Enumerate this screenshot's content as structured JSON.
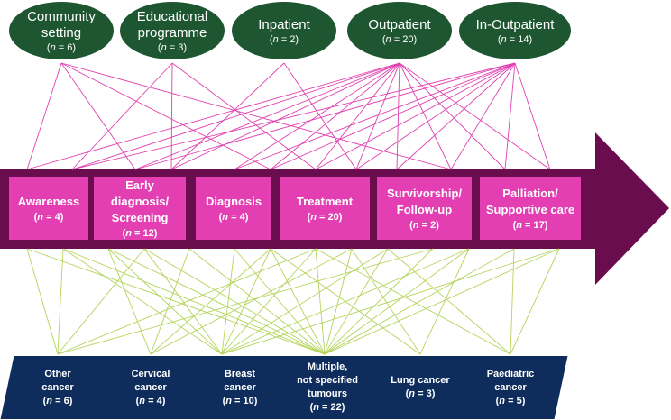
{
  "settings": [
    {
      "label": "Community\nsetting",
      "n": "6"
    },
    {
      "label": "Educational\nprogramme",
      "n": "3"
    },
    {
      "label": "Inpatient",
      "n": "2"
    },
    {
      "label": "Outpatient",
      "n": "20"
    },
    {
      "label": "In-Outpatient",
      "n": "14"
    }
  ],
  "stages": [
    {
      "label": "Awareness",
      "n": "4"
    },
    {
      "label": "Early\ndiagnosis/\nScreening",
      "n": "12"
    },
    {
      "label": "Diagnosis",
      "n": "4"
    },
    {
      "label": "Treatment",
      "n": "20"
    },
    {
      "label": "Survivorship/\nFollow-up",
      "n": "2"
    },
    {
      "label": "Palliation/\nSupportive care",
      "n": "17"
    }
  ],
  "cancers": [
    {
      "label": "Other\ncancer",
      "n": "6"
    },
    {
      "label": "Cervical\ncancer",
      "n": "4"
    },
    {
      "label": "Breast\ncancer",
      "n": "10"
    },
    {
      "label": "Multiple,\nnot specified\ntumours",
      "n": "22"
    },
    {
      "label": "Lung cancer",
      "n": "3"
    },
    {
      "label": "Paediatric\ncancer",
      "n": "5"
    }
  ],
  "colors": {
    "setting_fill": "#1e5631",
    "stage_fill": "#e33fb3",
    "arrow_fill": "#6a0d4f",
    "cancer_fill": "#0f2d5c",
    "top_links": "#e040b0",
    "bottom_links": "#b5d35b"
  }
}
